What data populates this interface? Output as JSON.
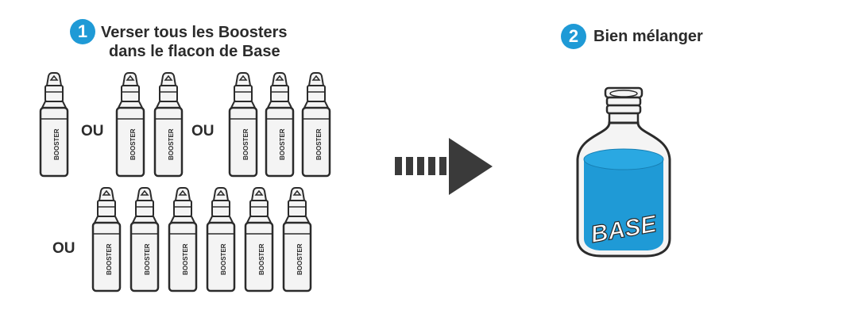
{
  "step1": {
    "number": "1",
    "line1": "Verser tous les Boosters",
    "line2": "dans le flacon de Base"
  },
  "step2": {
    "number": "2",
    "label": "Bien mélanger"
  },
  "separator_label": "OU",
  "booster_label": "BOOSTER",
  "base_label": "BASE",
  "colors": {
    "accent": "#1f9ad6",
    "liquid": "#1f9ad6",
    "outline": "#2b2b2b",
    "bottle_fill": "#f4f4f4",
    "arrow": "#3a3a3a"
  }
}
